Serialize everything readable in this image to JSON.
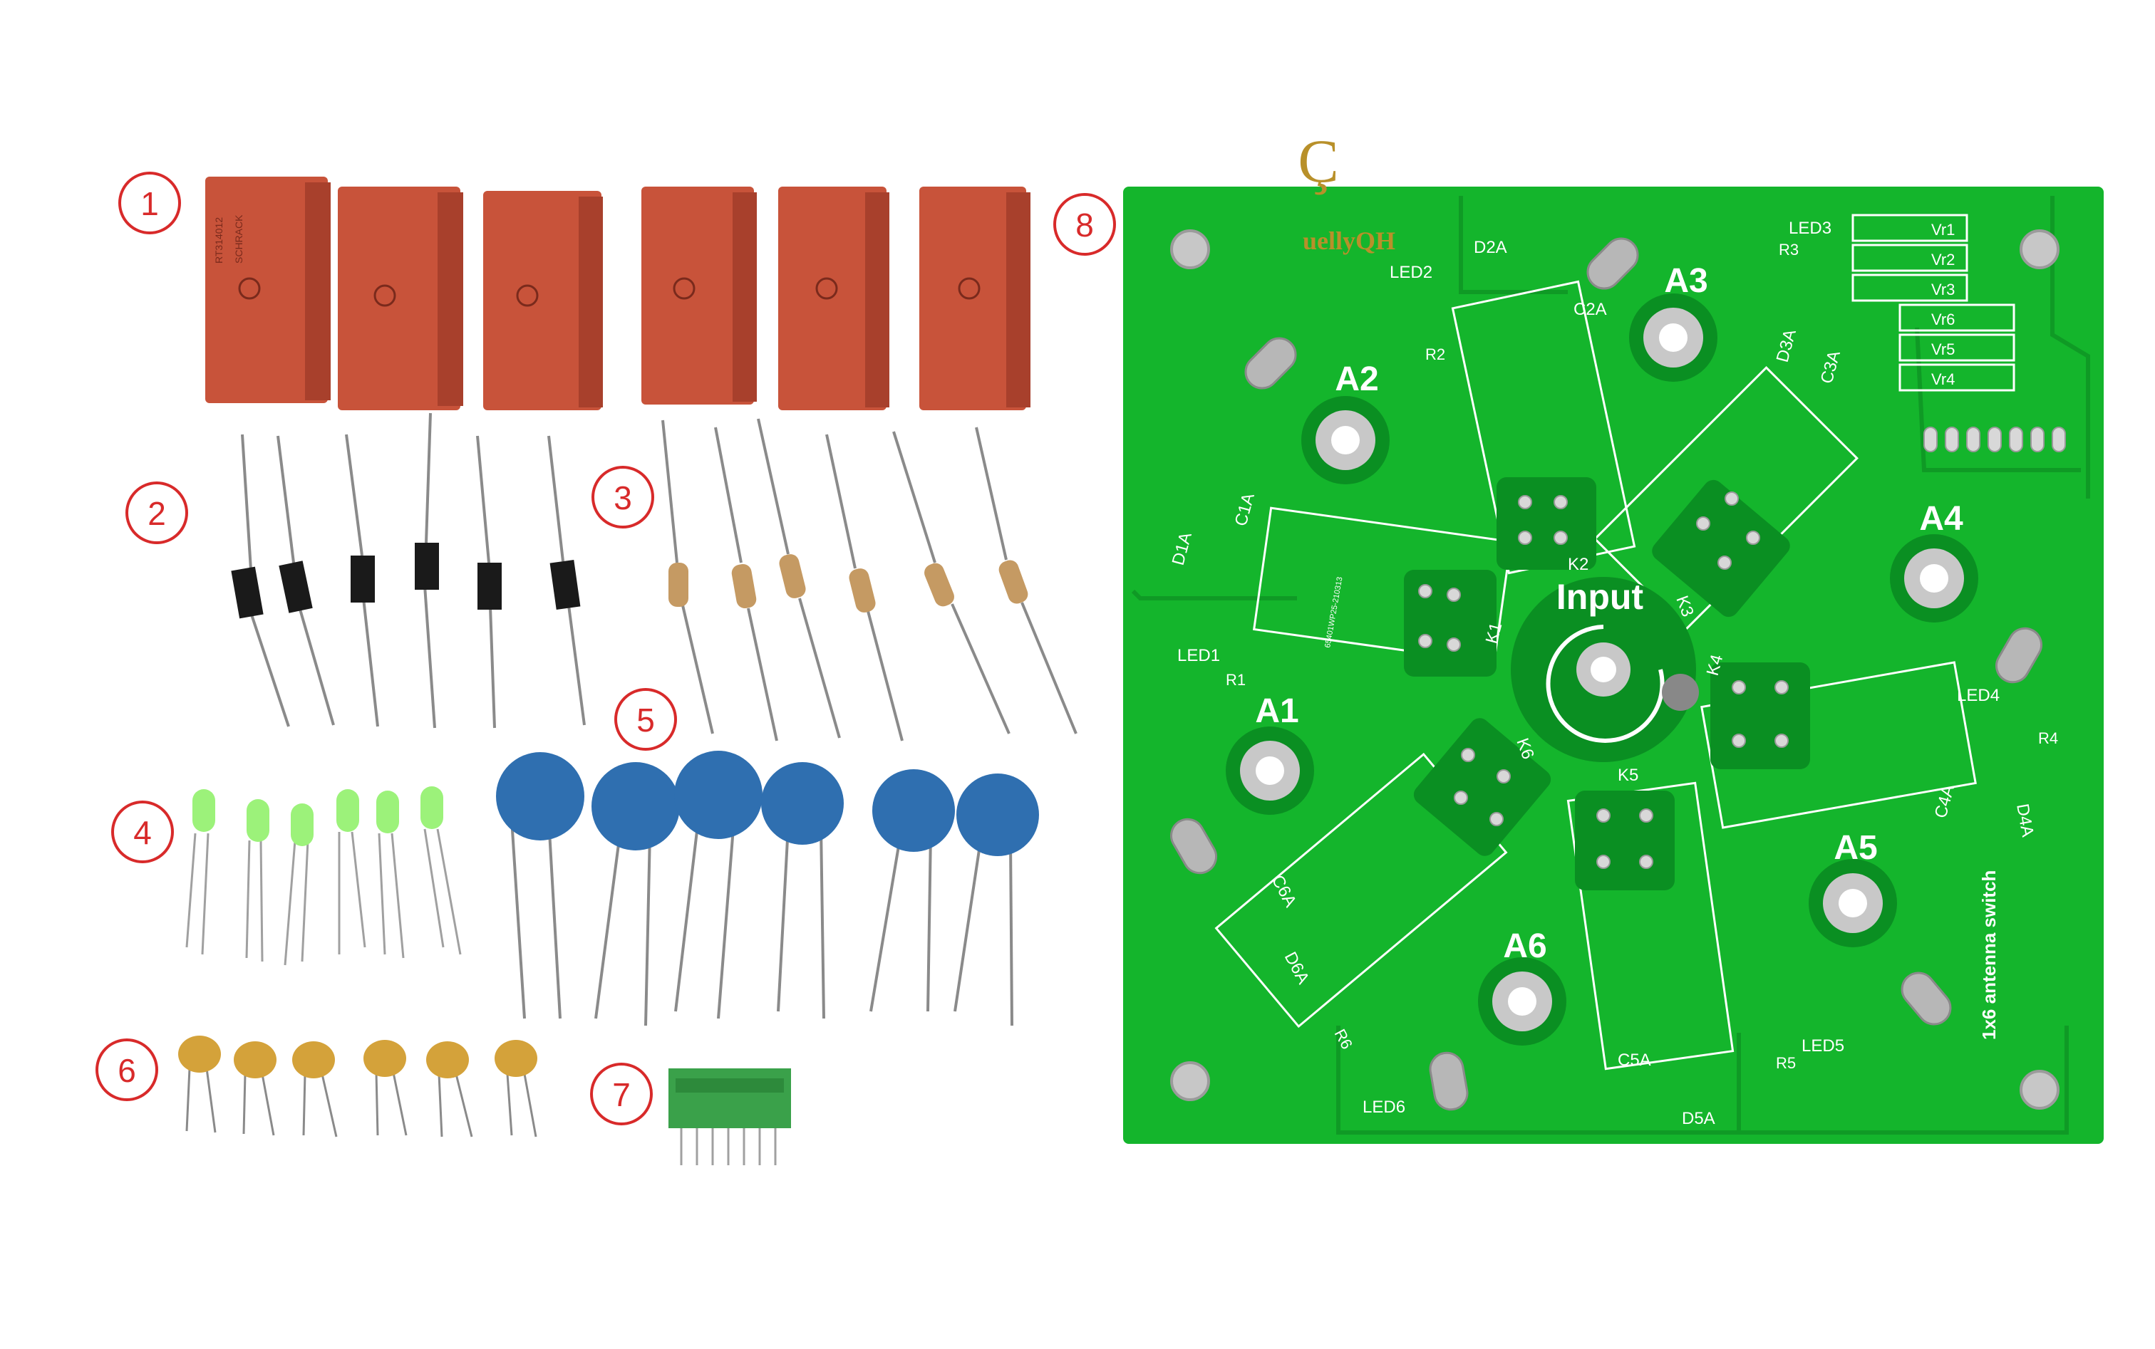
{
  "colors": {
    "background": "#ffffff",
    "badge": "#d82a2a",
    "pcb_green": "#14b52c",
    "pcb_trace": "#0f9a25",
    "relay": "#c8533a",
    "cap_blue": "#2f6fb0",
    "cap_yellow": "#d4a23a",
    "led_green": "#9cf27a",
    "terminal_green": "#3aa14a",
    "brand_gold": "#b8902a"
  },
  "badges": [
    "1",
    "2",
    "3",
    "4",
    "5",
    "6",
    "7",
    "8"
  ],
  "brand": {
    "logo_letter": "Ç",
    "name": "uellyQH"
  },
  "pcb": {
    "input_label": "Input",
    "antenna_ports": [
      "A1",
      "A2",
      "A3",
      "A4",
      "A5",
      "A6"
    ],
    "relays": [
      "K1",
      "K2",
      "K3",
      "K4",
      "K5",
      "K6"
    ],
    "board_label": "1x6 antenna switch",
    "diodes": [
      "D1A",
      "D2A",
      "D3A",
      "D4A",
      "D5A",
      "D6A"
    ],
    "capacitors": [
      "C1A",
      "C2A",
      "C3A",
      "C4A",
      "C5A",
      "C6A"
    ],
    "leds": [
      "LED1",
      "LED2",
      "LED3",
      "LED4",
      "LED5",
      "LED6"
    ],
    "resistors": [
      "R1",
      "R2",
      "R3",
      "R4",
      "R5",
      "R6"
    ],
    "voltage_pins": [
      "Vr1",
      "Vr2",
      "Vr3",
      "Vr6",
      "Vr5",
      "Vr4"
    ],
    "relay_print": "65401WP25-210313"
  },
  "relay_brand": "SCHRACK",
  "relay_model": "RT314012"
}
